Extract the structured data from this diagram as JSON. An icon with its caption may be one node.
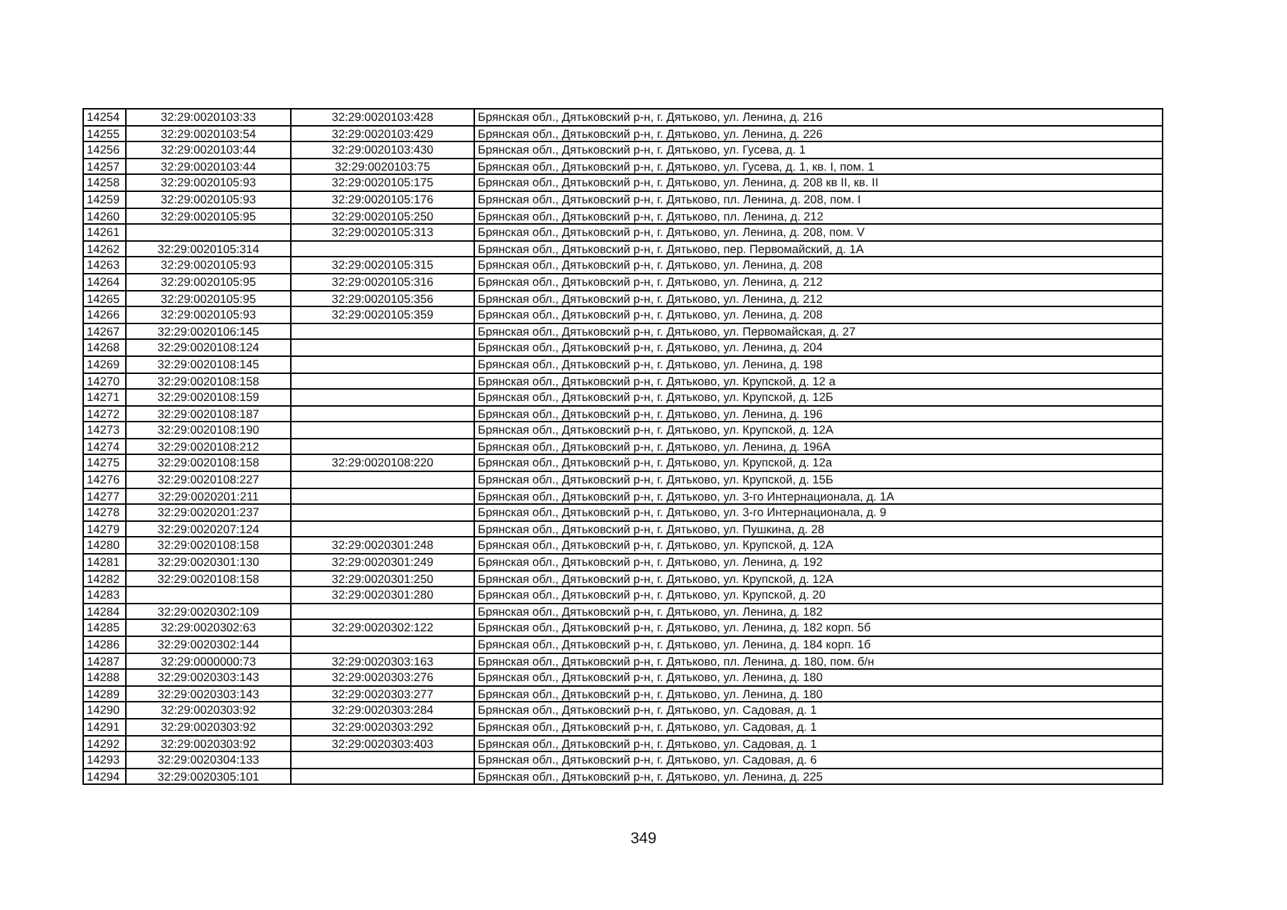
{
  "diagram": {
    "labels": [
      "14254",
      "32:29:0020103:33",
      "32:29:0020103:428",
      "Брянская обл., Дятьковский р-н, г. Дятьково, ул. Ленина, д. 216",
      "14255",
      "32:29:0020103:54",
      "32:29:0020103:429",
      "Брянская обл., Дятьковский р-н, г. Дятьково, ул. Ленина, д. 226",
      "14256",
      "32:29:0020103:44",
      "32:29:0020103:430",
      "Брянская обл., Дятьковский р-н, г. Дятьково, ул. Гусева, д. 1",
      "14257",
      "32:29:0020103:44",
      "32:29:0020103:75",
      "Брянская обл., Дятьковский р-н, г. Дятьково, ул. Гусева, д. 1, кв. I, пом. 1",
      "14258",
      "32:29:0020105:93",
      "32:29:0020105:175",
      "Брянская обл., Дятьковский р-н, г. Дятьково, ул. Ленина, д. 208 кв II, кв. II",
      "14259",
      "32:29:0020105:93",
      "32:29:0020105:176",
      "Брянская обл., Дятьковский р-н, г. Дятьково, пл. Ленина, д. 208, пом. I",
      "14260",
      "32:29:0020105:95",
      "32:29:0020105:250",
      "Брянская обл., Дятьковский р-н, г. Дятьково, пл. Ленина, д. 212",
      "14261",
      "32:29:0020105:313",
      "Брянская обл., Дятьковский р-н, г. Дятьково, ул. Ленина, д. 208, пом. V",
      "14262",
      "32:29:0020105:314",
      "Брянская обл., Дятьковский р-н, г. Дятьково, пер. Первомайский, д. 1А",
      "14263",
      "32:29:0020105:93",
      "32:29:0020105:315",
      "Брянская обл., Дятьковский р-н, г. Дятьково, ул. Ленина, д. 208",
      "14264",
      "32:29:0020105:95",
      "32:29:0020105:316",
      "Брянская обл., Дятьковский р-н, г. Дятьково, ул. Ленина, д. 212",
      "14265",
      "32:29:0020105:95",
      "32:29:0020105:356",
      "Брянская обл., Дятьковский р-н, г. Дятьково, ул. Ленина, д. 212",
      "14266",
      "32:29:0020105:93",
      "32:29:0020105:359",
      "Брянская обл., Дятьковский р-н, г. Дятьково, ул. Ленина, д. 208",
      "14267",
      "32:29:0020106:145",
      "Брянская обл., Дятьковский р-н, г. Дятьково, ул. Первомайская, д. 27",
      "14268",
      "32:29:0020108:124",
      "Брянская обл., Дятьковский р-н, г. Дятьково, ул. Ленина, д. 204",
      "14269",
      "32:29:0020108:145",
      "Брянская обл., Дятьковский р-н, г. Дятьково, ул. Ленина, д. 198",
      "14270",
      "32:29:0020108:158",
      "Брянская обл., Дятьковский р-н, г. Дятьково, ул. Крупской, д. 12 а",
      "14271",
      "32:29:0020108:159",
      "Брянская обл., Дятьковский р-н, г. Дятьково, ул. Крупской, д. 12Б",
      "14272",
      "32:29:0020108:187",
      "Брянская обл., Дятьковский р-н, г. Дятьково, ул. Ленина, д. 196",
      "14273",
      "32:29:0020108:190",
      "Брянская обл., Дятьковский р-н, г. Дятьково, ул. Крупской, д. 12А",
      "14274",
      "32:29:0020108:212",
      "Брянская обл., Дятьковский р-н, г. Дятьково, ул. Ленина, д. 196А",
      "14275",
      "32:29:0020108:158",
      "32:29:0020108:220",
      "Брянская обл., Дятьковский р-н, г. Дятьково, ул. Крупской, д. 12а",
      "14276",
      "32:29:0020108:227",
      "Брянская обл., Дятьковский р-н, г. Дятьково, ул. Крупской, д. 15Б",
      "14277",
      "32:29:0020201:211",
      "Брянская обл., Дятьковский р-н, г. Дятьково, ул. 3-го Интернационала, д. 1А",
      "14278",
      "32:29:0020201:237",
      "Брянская обл., Дятьковский р-н, г. Дятьково, ул. 3-го Интернационала, д. 9",
      "14279",
      "32:29:0020207:124",
      "Брянская обл., Дятьковский р-н, г. Дятьково, ул. Пушкина, д. 28",
      "14280",
      "32:29:0020108:158",
      "32:29:0020301:248",
      "Брянская обл., Дятьковский р-н, г. Дятьково, ул. Крупской, д. 12А",
      "14281",
      "32:29:0020301:130",
      "32:29:0020301:249",
      "Брянская обл., Дятьковский р-н, г. Дятьково, ул. Ленина, д. 192",
      "14282",
      "32:29:0020108:158",
      "32:29:0020301:250",
      "Брянская обл., Дятьковский р-н, г. Дятьково, ул. Крупской, д. 12А",
      "14283",
      "32:29:0020301:280",
      "Брянская обл., Дятьковский р-н, г. Дятьково, ул. Крупской, д. 20",
      "14284",
      "32:29:0020302:109",
      "Брянская обл., Дятьковский р-н, г. Дятьково, ул. Ленина, д. 182",
      "14285",
      "32:29:0020302:63",
      "32:29:0020302:122",
      "Брянская обл., Дятьковский р-н, г. Дятьково, ул. Ленина, д. 182 корп. 5б",
      "14286",
      "32:29:0020302:144",
      "Брянская обл., Дятьковский р-н, г. Дятьково, ул. Ленина, д. 184 корп. 1б",
      "14287",
      "32:29:0000000:73",
      "32:29:0020303:163",
      "Брянская обл., Дятьковский р-н, г. Дятьково, пл. Ленина, д. 180, пом. б/н",
      "14288",
      "32:29:0020303:143",
      "32:29:0020303:276",
      "Брянская обл., Дятьковский р-н, г. Дятьково, ул. Ленина, д. 180",
      "14289",
      "32:29:0020303:143",
      "32:29:0020303:277",
      "Брянская обл., Дятьковский р-н, г. Дятьково, ул. Ленина, д. 180",
      "14290",
      "32:29:0020303:92",
      "32:29:0020303:284",
      "Брянская обл., Дятьковский р-н, г. Дятьково, ул. Садовая, д. 1",
      "14291",
      "32:29:0020303:92",
      "32:29:0020303:292",
      "Брянская обл., Дятьковский р-н, г. Дятьково, ул. Садовая, д. 1",
      "14292",
      "32:29:0020303:92",
      "32:29:0020303:403",
      "Брянская обл., Дятьковский р-н, г. Дятьково, ул. Садовая, д. 1",
      "14293",
      "32:29:0020304:133",
      "Брянская обл., Дятьковский р-н, г. Дятьково, ул. Садовая, д. 6",
      "14294",
      "32:29:0020305:101",
      "Брянская обл., Дятьковский р-н, г. Дятьково, ул. Ленина, д. 225",
      "349"
    ]
  }
}
